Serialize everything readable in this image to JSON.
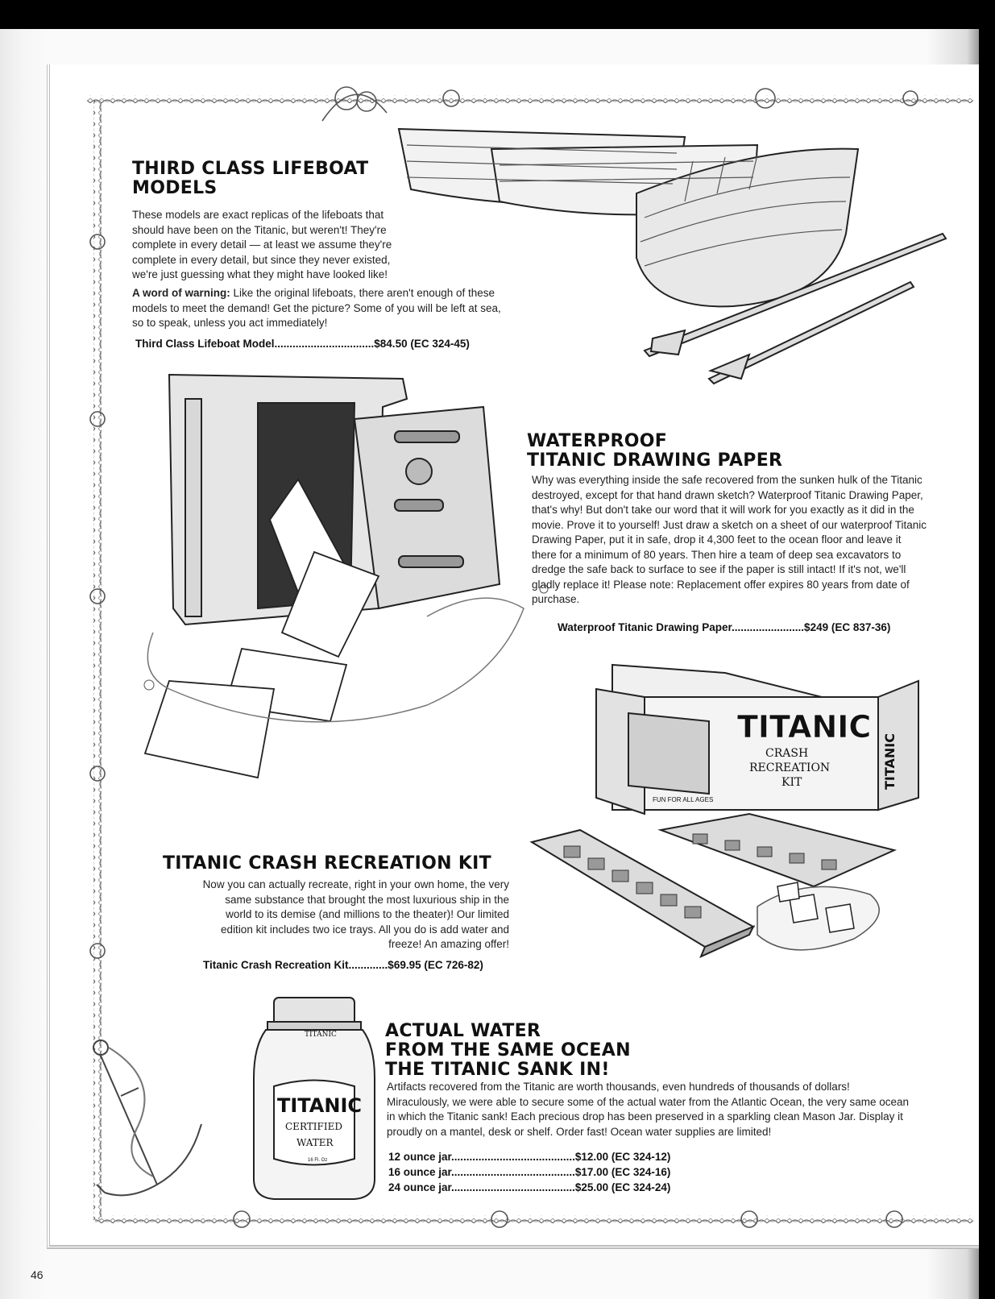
{
  "page_number": "46",
  "products": [
    {
      "title_line1": "THIRD CLASS LIFEBOAT",
      "title_line2": "MODELS",
      "description": "These models are exact replicas of the lifeboats that should have been on the Titanic, but weren't! They're complete in every detail — at least we assume they're complete in every detail, but since they never existed, we're just guessing what they might have looked like!",
      "warning_label": "A word of warning:",
      "warning_text": " Like the original lifeboats, there aren't enough of these models to meet the demand! Get the picture? Some of you will be left at sea, so to speak, unless you act immediately!",
      "price_line": "Third Class Lifeboat Model.................................$84.50 (EC 324-45)"
    },
    {
      "title_line1": "WATERPROOF",
      "title_line2": "TITANIC DRAWING PAPER",
      "description": "Why was everything inside the safe recovered from the sunken hulk of the Titanic destroyed, except for that hand drawn sketch? Waterproof Titanic Drawing Paper, that's why! But don't take our word that it will work for you exactly as it did in the movie. Prove it to yourself! Just draw a sketch on a sheet of our waterproof Titanic Drawing Paper, put it in safe, drop it 4,300 feet to the ocean floor and leave it there for a minimum of 80 years. Then hire a team of deep sea excavators to dredge the safe back to surface to see if the paper is still intact! If it's not, we'll gladly replace it! Please note: Replacement offer expires 80 years from date of purchase.",
      "price_line": "Waterproof Titanic Drawing Paper........................$249 (EC 837-36)"
    },
    {
      "title_line1": "TITANIC CRASH RECREATION KIT",
      "description": "Now you can actually recreate, right in your own home, the very same substance that brought the most luxurious ship in the world to its demise (and millions to the theater)! Our limited edition kit includes two ice trays. All you do is add water and freeze! An amazing offer!",
      "price_line": "Titanic Crash Recreation Kit.............$69.95 (EC 726-82)"
    },
    {
      "title_line1": "ACTUAL WATER",
      "title_line2": "FROM THE SAME OCEAN",
      "title_line3": "THE TITANIC SANK IN!",
      "description": "Artifacts recovered from the Titanic are worth thousands, even hundreds of thousands of dollars! Miraculously, we were able to secure some of the actual water from the Atlantic Ocean, the very same ocean in which the Titanic sank! Each precious drop has been preserved in a sparkling clean Mason Jar. Display it proudly on a mantel, desk or shelf. Order fast! Ocean water supplies are limited!",
      "price_lines": [
        "12 ounce jar.........................................$12.00 (EC 324-12)",
        "16 ounce jar.........................................$17.00 (EC 324-16)",
        "24 ounce jar.........................................$25.00 (EC 324-24)"
      ]
    }
  ],
  "illustration_text": {
    "box_brand": "TITANIC",
    "box_sub1": "CRASH",
    "box_sub2": "RECREATION",
    "box_sub3": "KIT",
    "box_side": "TITANIC",
    "box_badge": "FUN FOR ALL AGES",
    "jar_band": "TITANIC",
    "jar_brand": "TITANIC",
    "jar_certified": "CERTIFIED",
    "jar_water": "WATER",
    "jar_volume": "16 Fl. Oz"
  }
}
